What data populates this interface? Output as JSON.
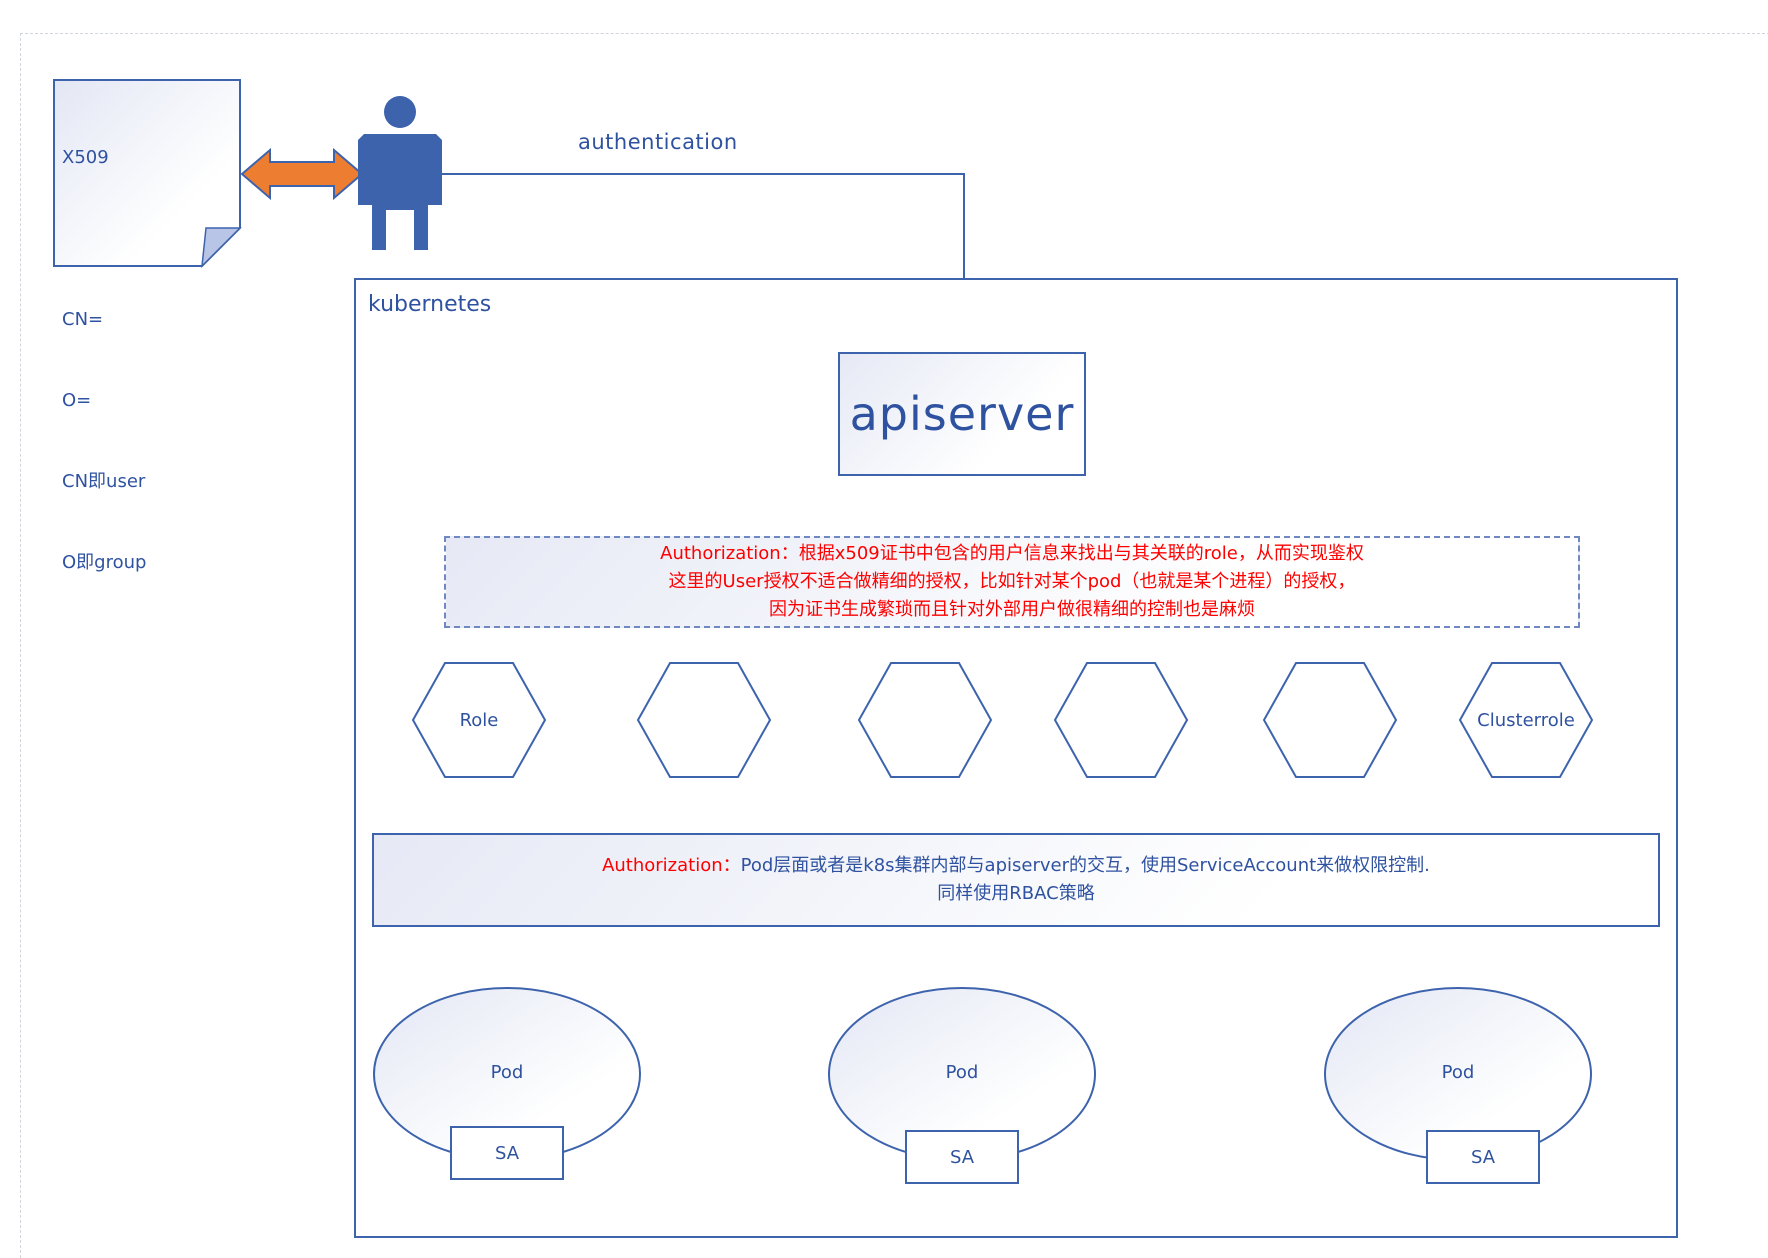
{
  "x509_doc": {
    "lines": [
      "X509",
      "",
      "CN=",
      "O=",
      "CN即user",
      "O即group"
    ]
  },
  "authentication_label": "authentication",
  "kubernetes_label": "kubernetes",
  "apiserver_label": "apiserver",
  "authorization_box_1": {
    "lines": [
      "Authorization：根据x509证书中包含的用户信息来找出与其关联的role，从而实现鉴权",
      "这里的User授权不适合做精细的授权，比如针对某个pod（也就是某个进程）的授权，",
      "因为证书生成繁琐而且针对外部用户做很精细的控制也是麻烦"
    ]
  },
  "roles": [
    {
      "label": "Role"
    },
    {
      "label": ""
    },
    {
      "label": ""
    },
    {
      "label": ""
    },
    {
      "label": ""
    },
    {
      "label": "Clusterrole"
    }
  ],
  "authorization_box_2": {
    "prefix": "Authorization：",
    "line1_rest": "Pod层面或者是k8s集群内部与apiserver的交互，使用ServiceAccount来做权限控制.",
    "line2": "同样使用RBAC策略"
  },
  "pods": [
    {
      "label": "Pod",
      "sa_label": "SA"
    },
    {
      "label": "Pod",
      "sa_label": "SA"
    },
    {
      "label": "Pod",
      "sa_label": "SA"
    }
  ],
  "colors": {
    "shape_stroke": "#3d63ad",
    "text_blue": "#2f52a0",
    "text_red": "#ff0000",
    "arrow_orange": "#ed7d31",
    "person_fill": "#3d63ad"
  }
}
